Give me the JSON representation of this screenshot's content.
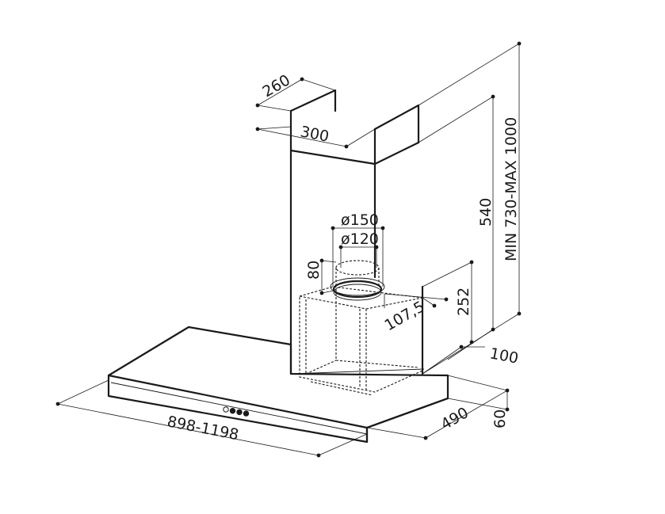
{
  "dimensions": {
    "chimney_depth": "260",
    "chimney_width": "300",
    "duct_outer_diameter": "ø150",
    "duct_inner_diameter": "ø120",
    "collar_height": "80",
    "duct_offset": "107,5",
    "motor_box_height": "252",
    "upper_chimney_height": "540",
    "total_height_range": "MIN 730-MAX 1000",
    "wall_clearance": "100",
    "hood_depth": "490",
    "hood_height": "60",
    "hood_width_range": "898-1198"
  },
  "controls": {
    "button_count": 4
  }
}
